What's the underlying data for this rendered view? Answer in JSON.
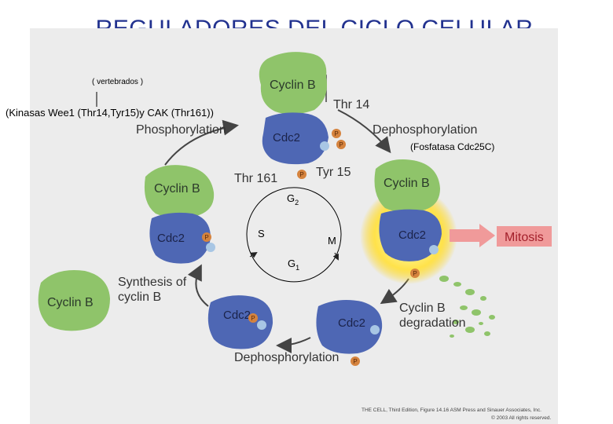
{
  "title": "REGULADORES DEL CICLO CELULAR",
  "notes": {
    "vertebrados": "( vertebrados )",
    "kinasas": "(Kinasas Wee1 (Thr14,Tyr15)y CAK (Thr161))",
    "fosfatasa": "(Fosfatasa Cdc25C)"
  },
  "labels": {
    "cyclin_b": "Cyclin B",
    "cdc2": "Cdc2",
    "thr14": "Thr 14",
    "thr161": "Thr 161",
    "tyr15": "Tyr 15",
    "phosphorylation": "Phosphorylation",
    "dephosphorylation_top": "Dephosphorylation",
    "dephosphorylation_bottom": "Dephosphorylation",
    "mitosis": "Mitosis",
    "synthesis_line1": "Synthesis of",
    "synthesis_line2": "cyclin B",
    "degradation_line1": "Cyclin B",
    "degradation_line2": "degradation",
    "phosphate": "P"
  },
  "cycle": {
    "g2": "G",
    "g2_sub": "2",
    "g1": "G",
    "g1_sub": "1",
    "s": "S",
    "m": "M"
  },
  "credit": {
    "line1": "THE CELL, Third Edition, Figure 14.16  ASM Press and Sinauer Associates, Inc.",
    "line2": "© 2003 All rights reserved."
  },
  "colors": {
    "cyclin": "#8fc46a",
    "cdc2": "#4e67b4",
    "phosphate": "#d5833e",
    "unphos": "#a8c6e4",
    "mitosis_box": "#f09a9a",
    "mitosis_text": "#a3202b",
    "arrow": "#444444",
    "title": "#22328f"
  }
}
